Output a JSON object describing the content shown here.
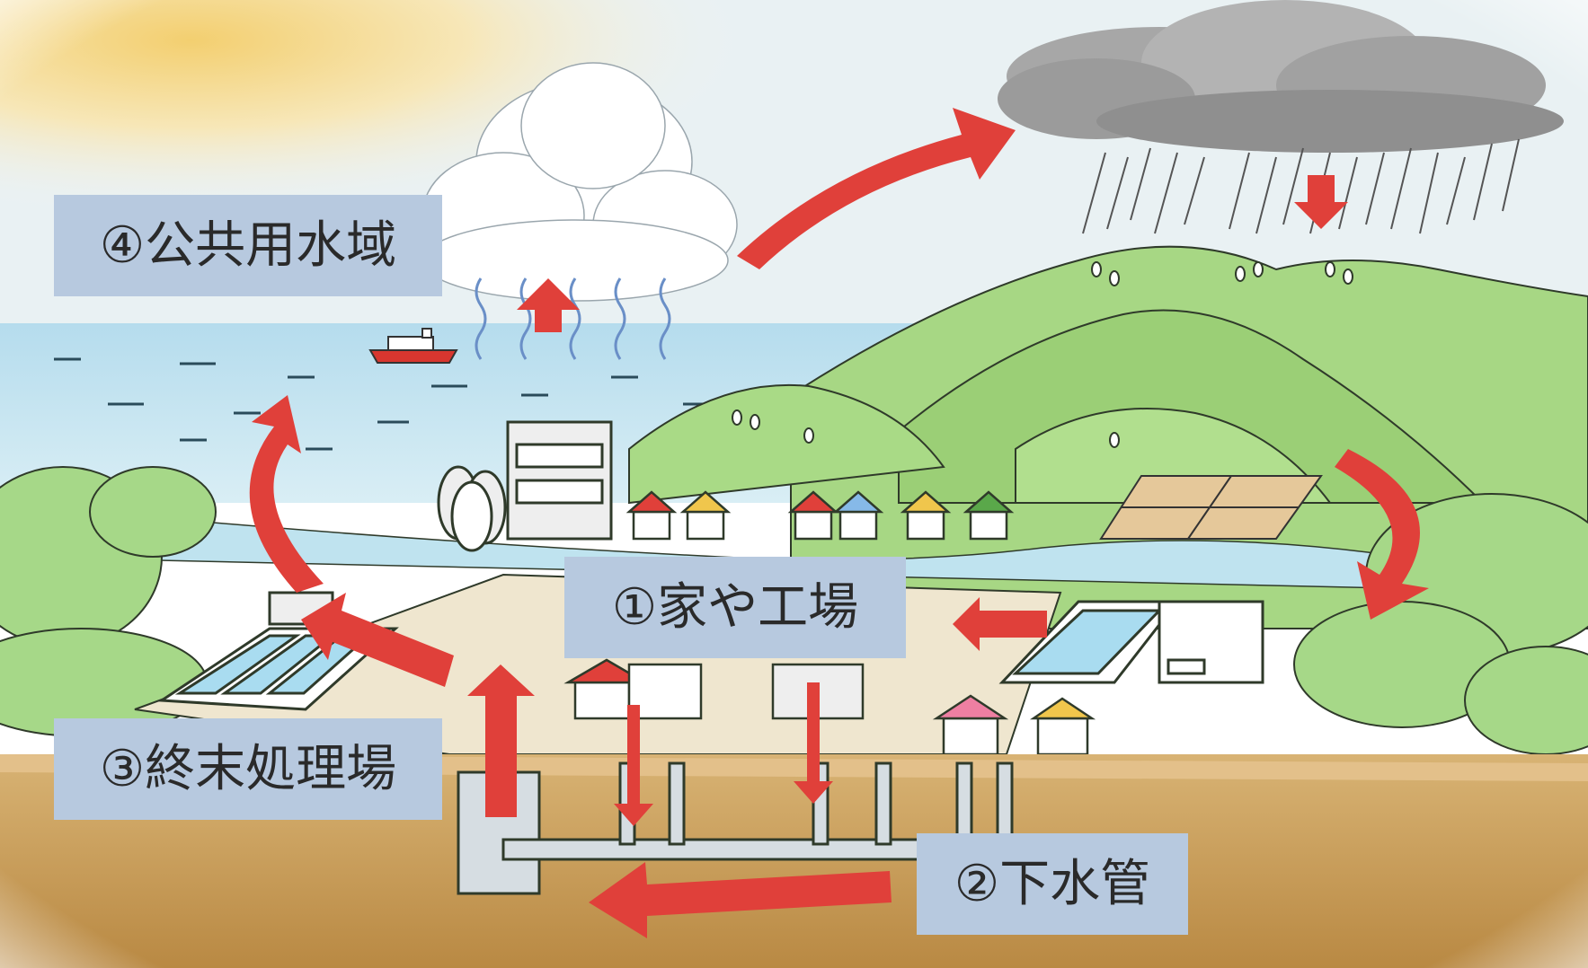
{
  "labels": {
    "public_water": "④公共用水域",
    "homes_factories": "①家や工場",
    "treatment_plant": "③終末処理場",
    "sewer_pipe": "②下水管"
  },
  "colors": {
    "sky": "#e6f0f5",
    "sun_glow": "#f7d98b",
    "sea": "#bfe0ec",
    "hills": "#9dd07a",
    "hills_dark": "#7ebf5e",
    "ground": "#c99a55",
    "ground_light": "#e3c08a",
    "arrow": "#e0403a",
    "label_bg": "#b7c9df",
    "water_tank": "#a9dcf0",
    "rain_cloud": "#9a9a9a"
  }
}
